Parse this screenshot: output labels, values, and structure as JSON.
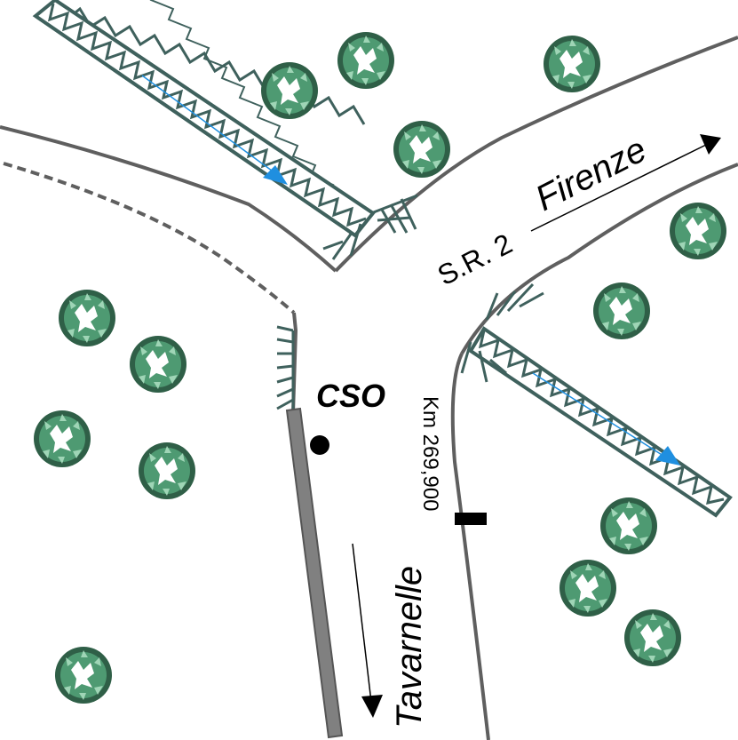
{
  "labels": {
    "road_name": "S.R. 2",
    "destination_north": "Firenze",
    "destination_south": "Tavarnelle",
    "station": "CSO",
    "kilometre_marker": "Km 269,900"
  },
  "colors": {
    "road_line": "#5f5f5f",
    "embankment": "#3f615d",
    "tree_fill": "#4e9a72",
    "tree_dark": "#2f5f47",
    "tree_light": "#9fd5b6",
    "flow_arrow": "#1f8fe0",
    "sidewalk": "#808080"
  },
  "icons": [
    "tree-icon",
    "flow-arrow-icon",
    "direction-arrow-icon",
    "marker-icon"
  ]
}
